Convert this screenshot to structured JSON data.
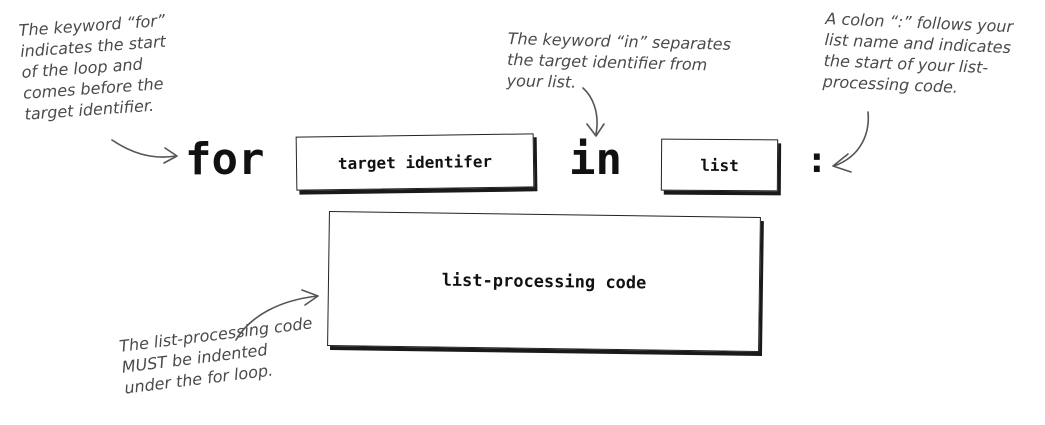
{
  "diagram": {
    "keywords": {
      "for": "for",
      "in": "in",
      "colon": ":"
    },
    "boxes": {
      "target": "target identifer",
      "list": "list",
      "code": "list-processing code"
    },
    "annotations": {
      "for_note": [
        "The keyword “for”",
        "indicates the start",
        "of the loop and",
        "comes before the",
        "target identifier."
      ],
      "in_note": [
        "The keyword “in” separates",
        "the target identifier from",
        "your list."
      ],
      "colon_note": [
        "A colon “:” follows your",
        "list name and indicates",
        "the start of your list-",
        "processing code."
      ],
      "indent_note": [
        "The list-processing code",
        "MUST be indented",
        "under the for loop."
      ]
    },
    "colors": {
      "ink": "#111111",
      "annotation": "#4a4a4a",
      "arrow": "#555555"
    }
  }
}
